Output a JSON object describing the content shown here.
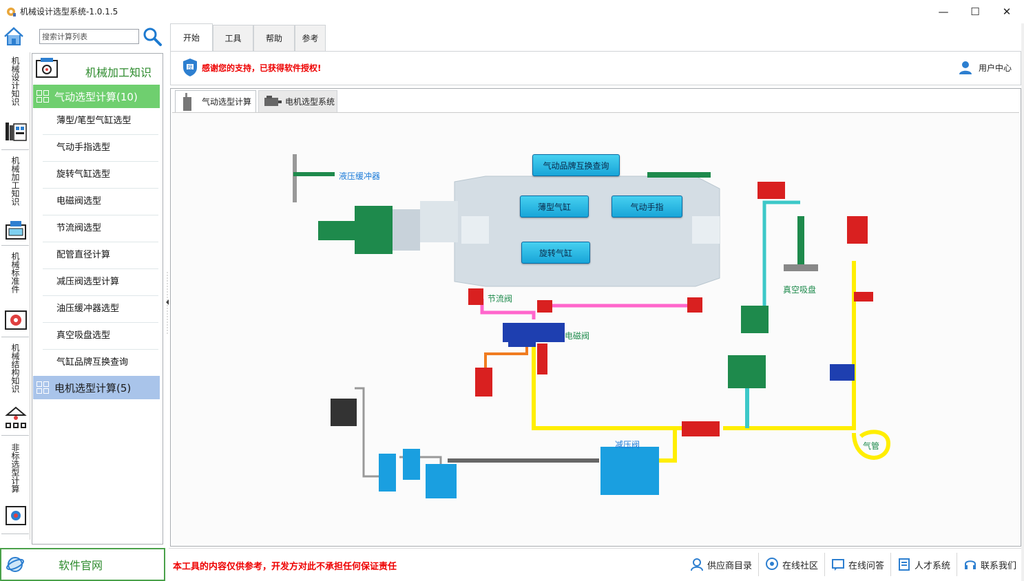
{
  "window": {
    "title": "机械设计选型系统-1.0.1.5",
    "minimize": "—",
    "maximize": "☐",
    "close": "✕"
  },
  "search": {
    "placeholder": "搜索计算列表"
  },
  "rail": [
    {
      "label": "机械设计知识"
    },
    {
      "label": "机械加工知识"
    },
    {
      "label": "机械标准件"
    },
    {
      "label": "机械结构知识"
    },
    {
      "label": "非标选型计算"
    }
  ],
  "nav": {
    "header": "机械加工知识",
    "groups": [
      {
        "label": "气动选型计算(10)",
        "items": [
          "薄型/笔型气缸选型",
          "气动手指选型",
          "旋转气缸选型",
          "电磁阀选型",
          "节流阀选型",
          "配管直径计算",
          "减压阀选型计算",
          "油压缓冲器选型",
          "真空吸盘选型",
          "气缸品牌互换查询"
        ]
      },
      {
        "label": "电机选型计算(5)",
        "items": []
      }
    ],
    "website": "软件官网"
  },
  "tabs": [
    "开始",
    "工具",
    "帮助",
    "参考"
  ],
  "ribbon": {
    "license": "感谢您的支持，已获得软件授权!",
    "user_center": "用户中心"
  },
  "subtabs": [
    "气动选型计算",
    "电机选型系统"
  ],
  "diagram": {
    "buttons": {
      "brand": "气动品牌互换查询",
      "thin_cyl": "薄型气缸",
      "gripper": "气动手指",
      "rotary": "旋转气缸"
    },
    "labels": {
      "buffer": "液压缓冲器",
      "throttle": "节流阀",
      "solenoid": "电磁阀",
      "vacuum": "真空吸盘",
      "reducer": "减压阀",
      "pipe": "气管"
    }
  },
  "footer": {
    "disclaimer": "本工具的内容仅供参考，开发方对此不承担任何保证责任",
    "links": [
      "供应商目录",
      "在线社区",
      "在线问答",
      "人才系统",
      "联系我们"
    ]
  },
  "colors": {
    "accent_green": "#6fcf6f",
    "selected_blue": "#a9c4ea",
    "button_cyan": "#2bbbe6",
    "warning_red": "#ee0000"
  }
}
